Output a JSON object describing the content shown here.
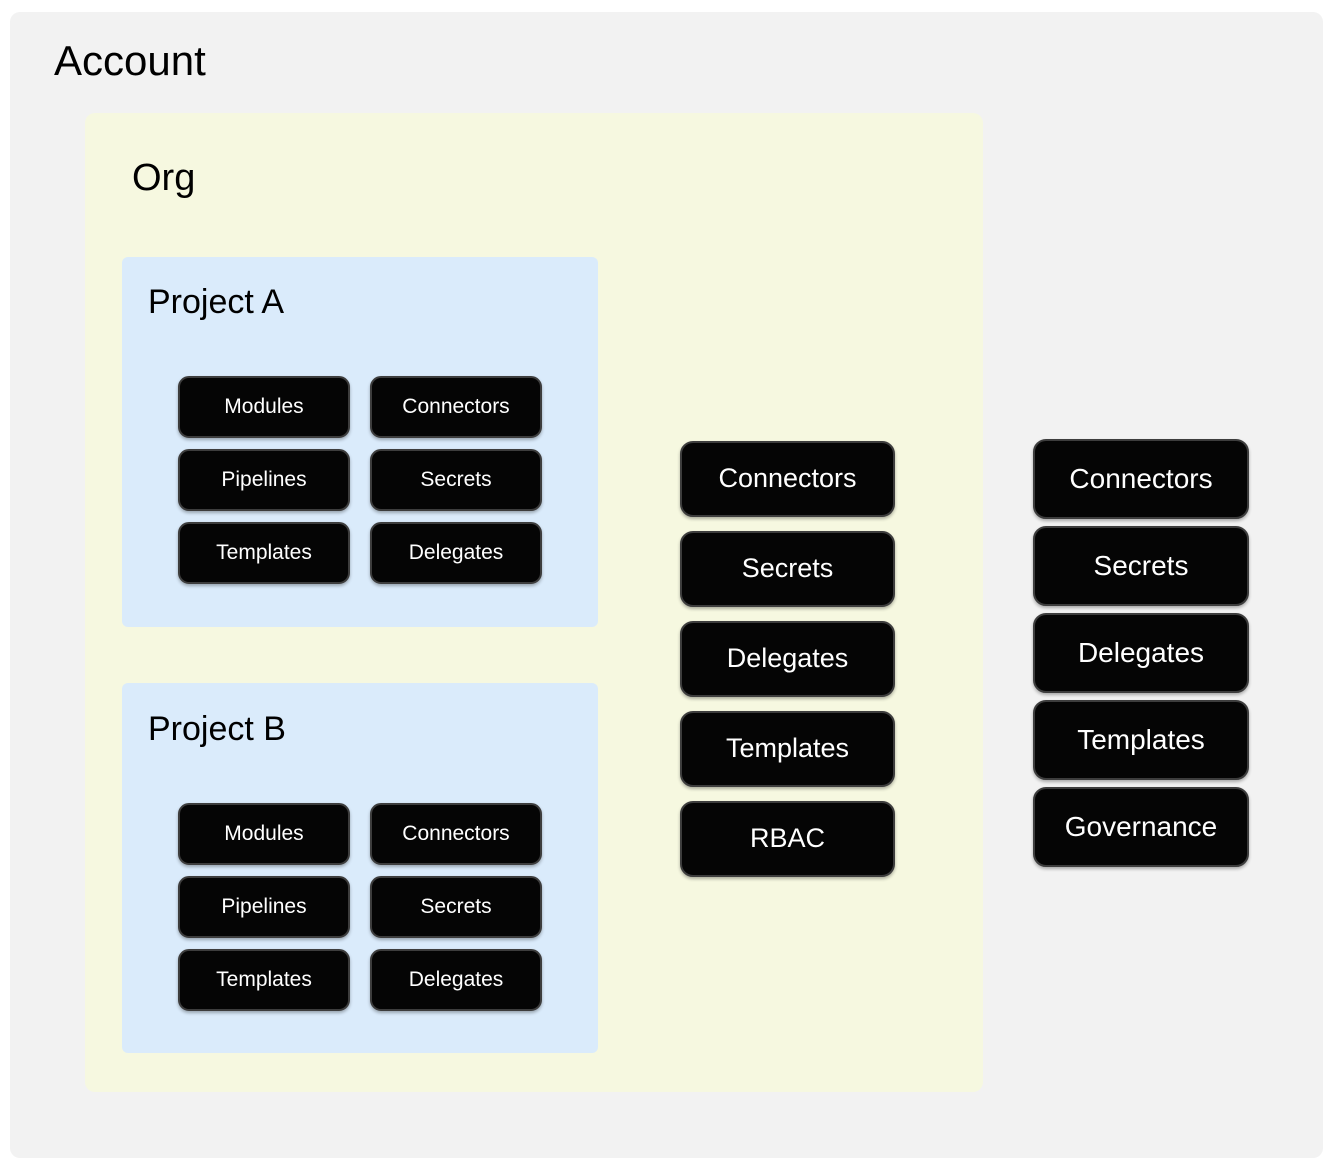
{
  "diagram": {
    "title": "Account",
    "type": "nested-scope-diagram",
    "colors": {
      "account_background": "#f2f2f2",
      "org_background": "#f6f8e0",
      "project_background": "#daebfb",
      "chip_background": "#050505",
      "chip_border": "#3d3d3d",
      "chip_text": "#ffffff",
      "title_text": "#000000"
    }
  },
  "account": {
    "label": "Account",
    "resources": [
      {
        "label": "Connectors"
      },
      {
        "label": "Secrets"
      },
      {
        "label": "Delegates"
      },
      {
        "label": "Templates"
      },
      {
        "label": "Governance"
      }
    ]
  },
  "org": {
    "label": "Org",
    "resources": [
      {
        "label": "Connectors"
      },
      {
        "label": "Secrets"
      },
      {
        "label": "Delegates"
      },
      {
        "label": "Templates"
      },
      {
        "label": "RBAC"
      }
    ]
  },
  "projects": [
    {
      "label": "Project A",
      "resources": [
        {
          "label": "Modules"
        },
        {
          "label": "Connectors"
        },
        {
          "label": "Pipelines"
        },
        {
          "label": "Secrets"
        },
        {
          "label": "Templates"
        },
        {
          "label": "Delegates"
        }
      ]
    },
    {
      "label": "Project B",
      "resources": [
        {
          "label": "Modules"
        },
        {
          "label": "Connectors"
        },
        {
          "label": "Pipelines"
        },
        {
          "label": "Secrets"
        },
        {
          "label": "Templates"
        },
        {
          "label": "Delegates"
        }
      ]
    }
  ]
}
